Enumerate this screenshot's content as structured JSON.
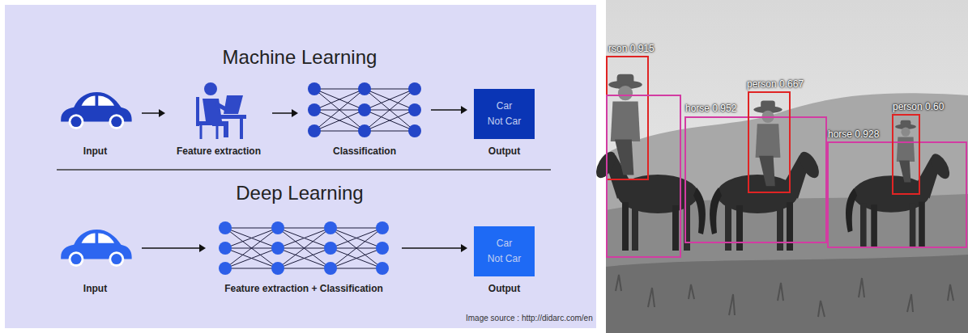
{
  "diagram": {
    "nodes": [
      {
        "text": [
          "Input"
        ]
      },
      {
        "text": [
          "Feature extraction"
        ]
      },
      {
        "text": [
          "Classification"
        ]
      },
      {
        "text": [
          "Car",
          "Not Car",
          "Output"
        ]
      },
      {
        "text": [
          "Input"
        ]
      },
      {
        "text": [
          "Feature extraction + Classification"
        ]
      },
      {
        "text": [
          "Car",
          "Not Car",
          "Output"
        ]
      }
    ],
    "edges": [
      {
        "from": 0,
        "to": 1,
        "arrow": "to"
      },
      {
        "from": 1,
        "to": 2,
        "arrow": "to"
      },
      {
        "from": 2,
        "to": 3,
        "arrow": "to"
      },
      {
        "from": 4,
        "to": 5,
        "arrow": "to"
      },
      {
        "from": 5,
        "to": 6,
        "arrow": "to"
      }
    ],
    "labels": [
      "Machine Learning",
      "Deep Learning",
      "Image source : http://didarc.com/en",
      "rson 0.915",
      "person 0.667",
      "horse 0.952",
      "horse 0.928",
      "person 0.60"
    ]
  }
}
